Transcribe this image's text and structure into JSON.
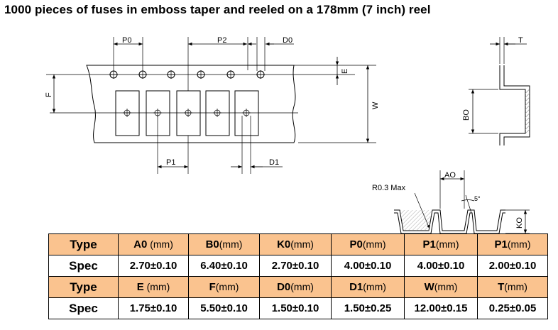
{
  "title": "1000 pieces of fuses in emboss taper and reeled on a 178mm (7 inch) reel",
  "drawing": {
    "labels": {
      "p0": "P0",
      "p2": "P2",
      "d0": "D0",
      "e": "E",
      "f": "F",
      "w": "W",
      "p1": "P1",
      "d1": "D1",
      "t": "T",
      "b0": "BO",
      "a0": "AO",
      "k0": "KO",
      "r03": "R0.3 Max",
      "angle": "5°"
    }
  },
  "table": {
    "rows": [
      {
        "type": "header",
        "label": "Type",
        "cells": [
          {
            "name": "A0",
            "unit": " (mm)"
          },
          {
            "name": "B0",
            "unit": "(mm)"
          },
          {
            "name": "K0",
            "unit": "(mm)"
          },
          {
            "name": "P0",
            "unit": "(mm)"
          },
          {
            "name": "P1",
            "unit": "(mm)"
          },
          {
            "name": "P1",
            "unit": "(mm)"
          }
        ]
      },
      {
        "type": "values",
        "label": "Spec",
        "cells": [
          "2.70±0.10",
          "6.40±0.10",
          "2.70±0.10",
          "4.00±0.10",
          "4.00±0.10",
          "2.00±0.10"
        ]
      },
      {
        "type": "header",
        "label": "Type",
        "cells": [
          {
            "name": "E",
            "unit": " (mm)"
          },
          {
            "name": "F",
            "unit": "(mm)"
          },
          {
            "name": "D0",
            "unit": "(mm)"
          },
          {
            "name": "D1",
            "unit": "(mm)"
          },
          {
            "name": "W",
            "unit": "(mm)"
          },
          {
            "name": "T",
            "unit": "(mm)"
          }
        ]
      },
      {
        "type": "values",
        "label": "Spec",
        "cells": [
          "1.75±0.10",
          "5.50±0.10",
          "1.50±0.10",
          "1.50±0.25",
          "12.00±0.15",
          "0.25±0.05"
        ]
      }
    ]
  }
}
